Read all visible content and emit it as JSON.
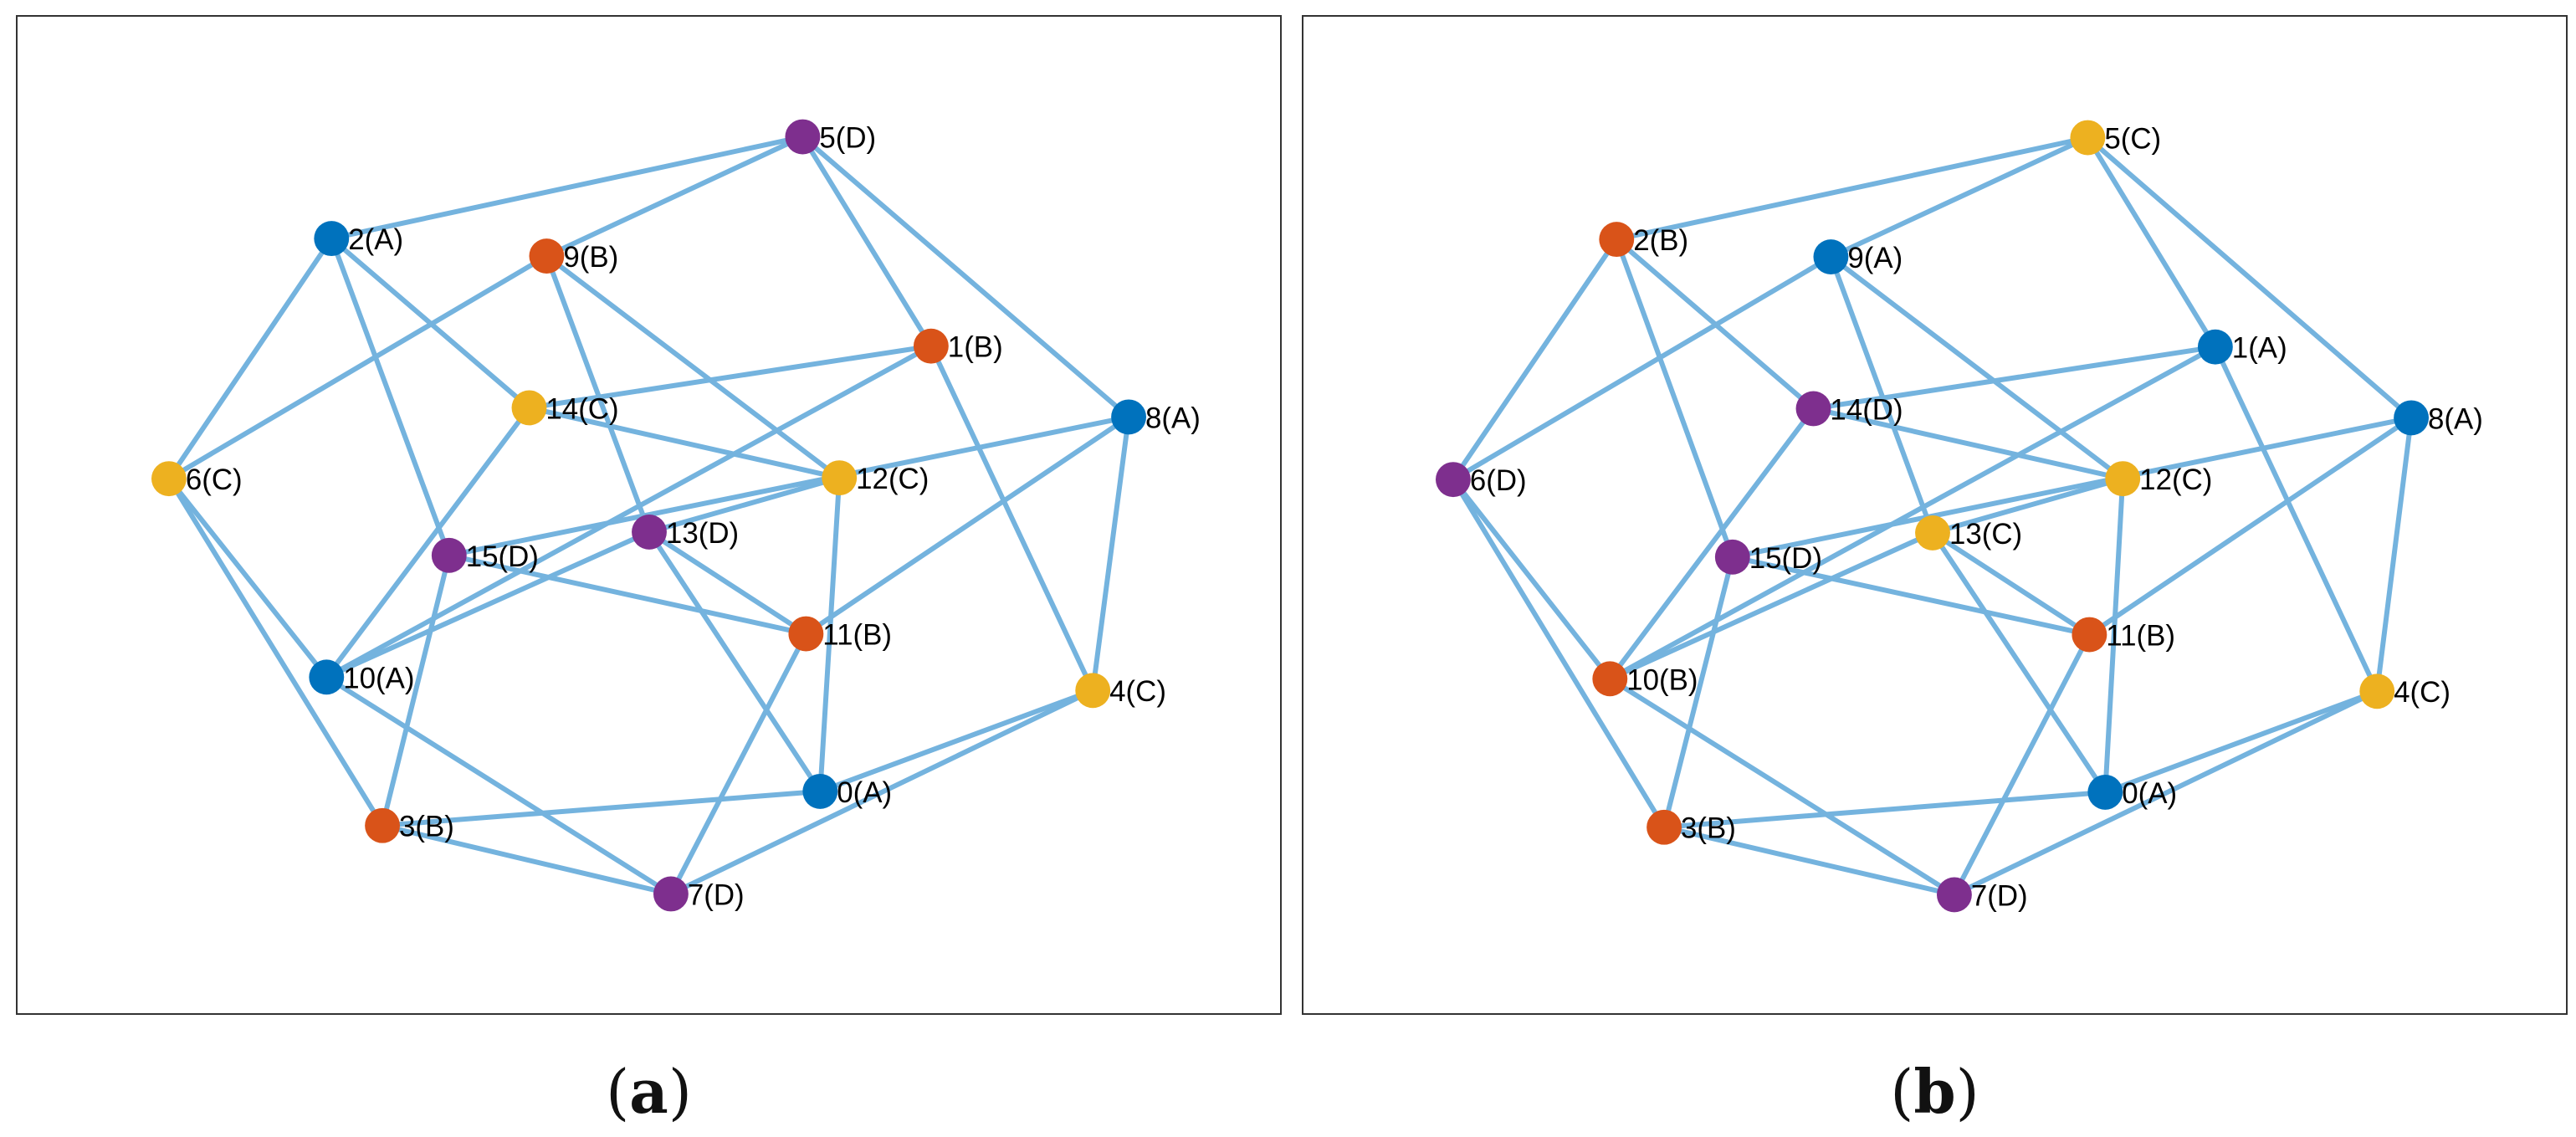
{
  "colors": {
    "A": "#0072BD",
    "B": "#D95319",
    "C": "#EDB120",
    "D": "#7E2F8E",
    "edge": "#74B3DE",
    "border": "#333333"
  },
  "panels": [
    {
      "id": "a",
      "caption": "a",
      "nodes": [
        {
          "id": 0,
          "label": "0(A)",
          "group": "A"
        },
        {
          "id": 1,
          "label": "1(B)",
          "group": "B"
        },
        {
          "id": 2,
          "label": "2(A)",
          "group": "A"
        },
        {
          "id": 3,
          "label": "3(B)",
          "group": "B"
        },
        {
          "id": 4,
          "label": "4(C)",
          "group": "C"
        },
        {
          "id": 5,
          "label": "5(D)",
          "group": "D"
        },
        {
          "id": 6,
          "label": "6(C)",
          "group": "C"
        },
        {
          "id": 7,
          "label": "7(D)",
          "group": "D"
        },
        {
          "id": 8,
          "label": "8(A)",
          "group": "A"
        },
        {
          "id": 9,
          "label": "9(B)",
          "group": "B"
        },
        {
          "id": 10,
          "label": "10(A)",
          "group": "A"
        },
        {
          "id": 11,
          "label": "11(B)",
          "group": "B"
        },
        {
          "id": 12,
          "label": "12(C)",
          "group": "C"
        },
        {
          "id": 13,
          "label": "13(D)",
          "group": "D"
        },
        {
          "id": 14,
          "label": "14(C)",
          "group": "C"
        },
        {
          "id": 15,
          "label": "15(D)",
          "group": "D"
        }
      ]
    },
    {
      "id": "b",
      "caption": "b",
      "nodes": [
        {
          "id": 0,
          "label": "0(A)",
          "group": "A"
        },
        {
          "id": 1,
          "label": "1(A)",
          "group": "A"
        },
        {
          "id": 2,
          "label": "2(B)",
          "group": "B"
        },
        {
          "id": 3,
          "label": "3(B)",
          "group": "B"
        },
        {
          "id": 4,
          "label": "4(C)",
          "group": "C"
        },
        {
          "id": 5,
          "label": "5(C)",
          "group": "C"
        },
        {
          "id": 6,
          "label": "6(D)",
          "group": "D"
        },
        {
          "id": 7,
          "label": "7(D)",
          "group": "D"
        },
        {
          "id": 8,
          "label": "8(A)",
          "group": "A"
        },
        {
          "id": 9,
          "label": "9(A)",
          "group": "A"
        },
        {
          "id": 10,
          "label": "10(B)",
          "group": "B"
        },
        {
          "id": 11,
          "label": "11(B)",
          "group": "B"
        },
        {
          "id": 12,
          "label": "12(C)",
          "group": "C"
        },
        {
          "id": 13,
          "label": "13(C)",
          "group": "C"
        },
        {
          "id": 14,
          "label": "14(D)",
          "group": "D"
        },
        {
          "id": 15,
          "label": "15(D)",
          "group": "D"
        }
      ]
    }
  ],
  "edges": [
    [
      2,
      5
    ],
    [
      5,
      9
    ],
    [
      5,
      1
    ],
    [
      5,
      8
    ],
    [
      2,
      6
    ],
    [
      2,
      14
    ],
    [
      2,
      15
    ],
    [
      9,
      6
    ],
    [
      9,
      12
    ],
    [
      9,
      13
    ],
    [
      1,
      14
    ],
    [
      1,
      10
    ],
    [
      1,
      4
    ],
    [
      8,
      4
    ],
    [
      8,
      11
    ],
    [
      8,
      15
    ],
    [
      6,
      10
    ],
    [
      6,
      3
    ],
    [
      14,
      10
    ],
    [
      14,
      12
    ],
    [
      12,
      13
    ],
    [
      12,
      0
    ],
    [
      13,
      11
    ],
    [
      13,
      0
    ],
    [
      15,
      3
    ],
    [
      15,
      11
    ],
    [
      10,
      7
    ],
    [
      13,
      10
    ],
    [
      11,
      7
    ],
    [
      4,
      0
    ],
    [
      4,
      7
    ],
    [
      0,
      3
    ],
    [
      3,
      7
    ]
  ]
}
